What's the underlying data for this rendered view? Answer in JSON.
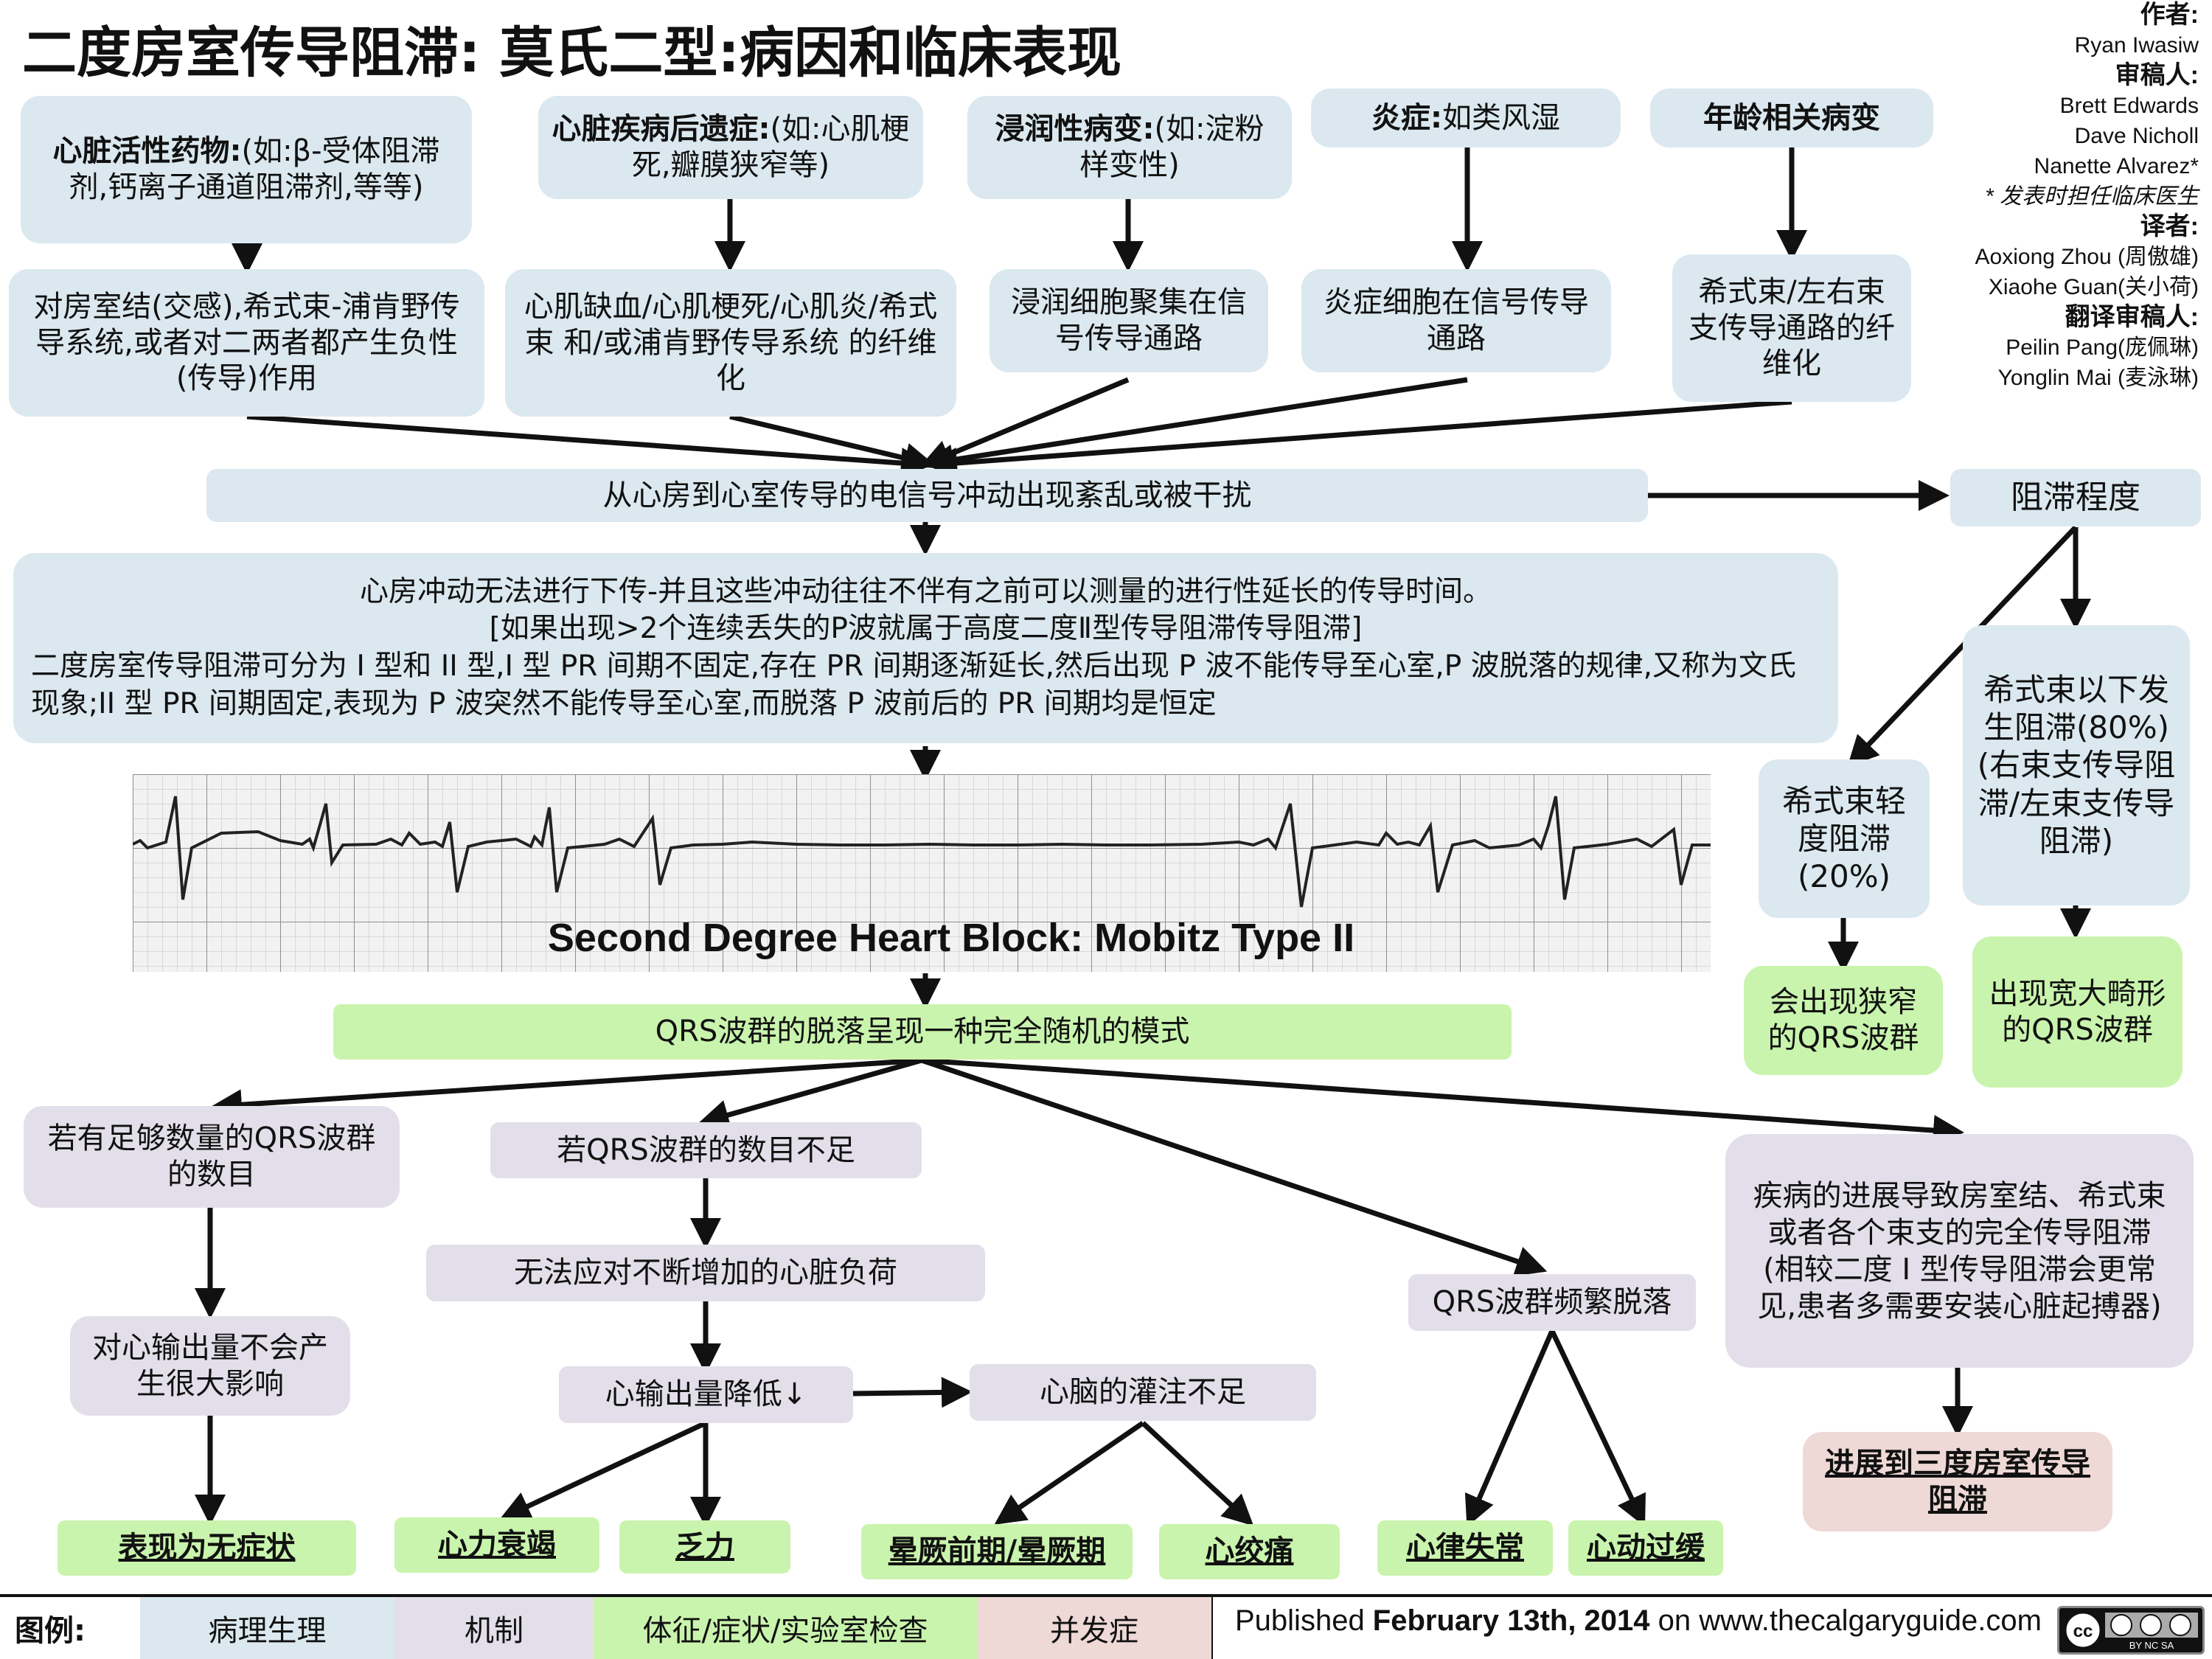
{
  "title": "二度房室传导阻滞: 莫氏二型:病因和临床表现",
  "credits": {
    "author_label": "作者:",
    "author": "Ryan Iwasiw",
    "reviewers_label": "审稿人:",
    "reviewers": [
      "Brett Edwards",
      "Dave Nicholl",
      "Nanette Alvarez*"
    ],
    "note": "* 发表时担任临床医生",
    "translators_label": "译者:",
    "translators": [
      "Aoxiong Zhou (周傲雄)",
      "Xiaohe Guan(关小荷)"
    ],
    "translation_reviewers_label": "翻译审稿人:",
    "translation_reviewers": [
      "Peilin Pang(庞佩琳)",
      "Yonglin Mai (麦泳琳)"
    ]
  },
  "causes": [
    {
      "head": "心脏活性药物:",
      "body": "(如:β-受体阻滞剂,钙离子通道阻滞剂,等等)",
      "effect": "对房室结(交感),希式束-浦肯野传导系统,或者对二两者都产生负性(传导)作用"
    },
    {
      "head": "心脏疾病后遗症:",
      "body": "(如:心肌梗死,瓣膜狭窄等)",
      "effect": "心肌缺血/心肌梗死/心肌炎/希式束 和/或浦肯野传导系统 的纤维化"
    },
    {
      "head": "浸润性病变:",
      "body": "(如:淀粉样变性)",
      "effect": "浸润细胞聚集在信号传导通路"
    },
    {
      "head": "炎症:",
      "body": "如类风湿",
      "effect": "炎症细胞在信号传导通路"
    },
    {
      "head": "年龄相关病变",
      "body": "",
      "effect": "希式束/左右束支传导通路的纤维化"
    }
  ],
  "central": "从心房到心室传导的电信号冲动出现紊乱或被干扰",
  "block_degree": "阻滞程度",
  "description": {
    "line1": "心房冲动无法进行下传-并且这些冲动往往不伴有之前可以测量的进行性延长的传导时间。",
    "line2": "[如果出现>2个连续丢失的P波就属于高度二度Ⅱ型传导阻滞传导阻滞]",
    "line3": "二度房室传导阻滞可分为 I 型和 II 型,I 型 PR 间期不固定,存在 PR 间期逐渐延长,然后出现 P 波不能传导至心室,P 波脱落的规律,又称为文氏现象;II 型 PR 间期固定,表现为 P 波突然不能传导至心室,而脱落 P 波前后的 PR 间期均是恒定"
  },
  "ecg_caption": "Second Degree Heart Block: Mobitz Type II",
  "qrs_random": "QRS波群的脱落呈现一种完全随机的模式",
  "mild_his": "希式束轻度阻滞(20%)",
  "below_his": "希式束以下发生阻滞(80%)(右束支传导阻滞/左束支传导阻滞)",
  "narrow_qrs": "会出现狭窄的QRS波群",
  "wide_qrs": "出现宽大畸形的QRS波群",
  "enough_qrs": "若有足够数量的QRS波群的数目",
  "no_effect": "对心输出量不会产生很大影响",
  "asymptomatic": "表现为无症状",
  "insufficient_qrs": "若QRS波群的数目不足",
  "cant_cope": "无法应对不断增加的心脏负荷",
  "co_down": "心输出量降低↓",
  "poor_perfusion": "心脑的灌注不足",
  "heart_failure": "心力衰竭",
  "fatigue": "乏力",
  "syncope": "晕厥前期/晕厥期",
  "angina": "心绞痛",
  "frequent_drop": "QRS波群频繁脱落",
  "arrhythmia": "心律失常",
  "bradycardia": "心动过缓",
  "progression": "疾病的进展导致房室结、希式束或者各个束支的完全传导阻滞(相较二度 Ⅰ 型传导阻滞会更常见,患者多需要安装心脏起搏器)",
  "third_degree": "进展到三度房室传导阻滞",
  "legend": {
    "label": "图例:",
    "items": [
      "病理生理",
      "机制",
      "体征/症状/实验室检查",
      "并发症"
    ],
    "colors": [
      "#dbe8ef",
      "#e3dfea",
      "#c9f4ad",
      "#eed9d6"
    ]
  },
  "published": {
    "prefix": "Published ",
    "date": "February 13th, 2014",
    "suffix": " on www.thecalgaryguide.com"
  },
  "license": "BY NC SA"
}
